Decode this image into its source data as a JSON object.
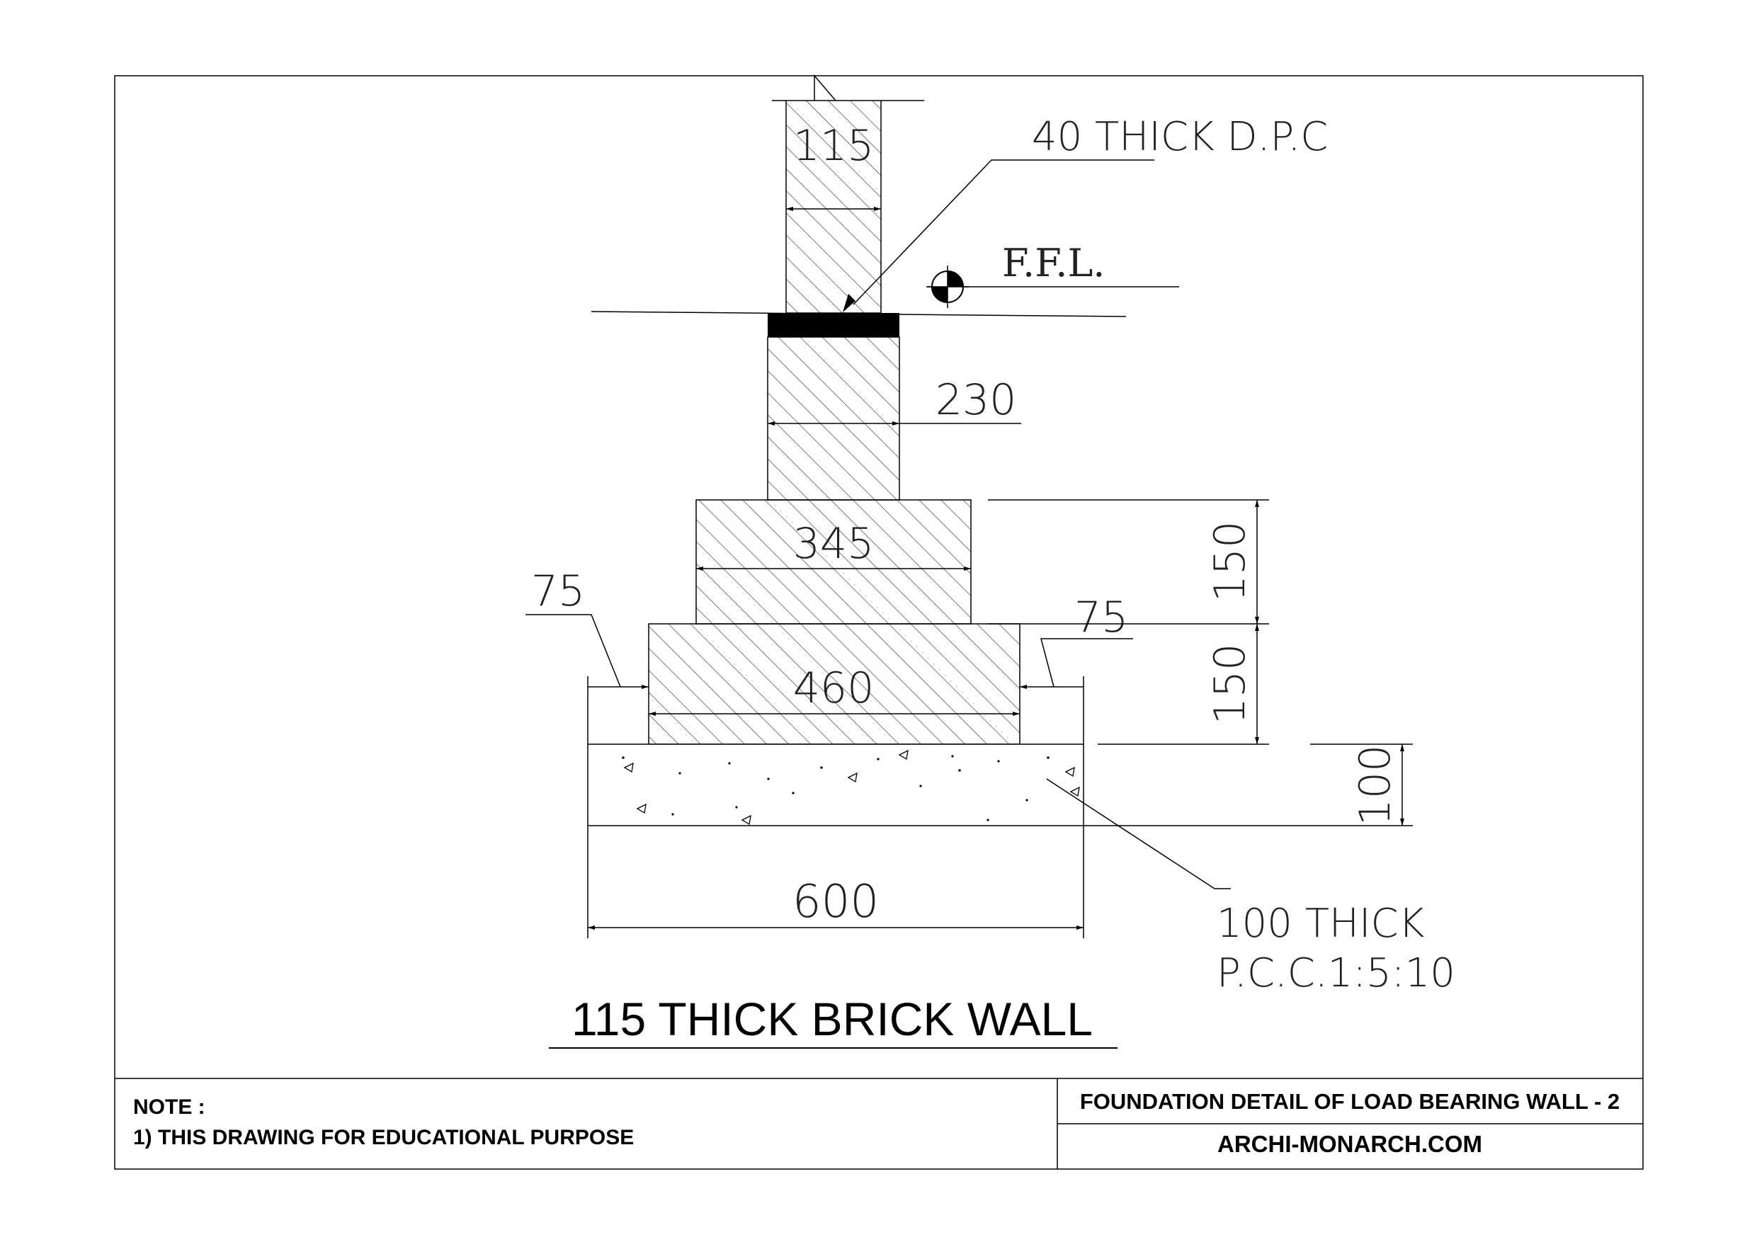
{
  "drawing": {
    "title": "115 THICK BRICK WALL",
    "labels": {
      "dpc": "40  THICK  D.P.C",
      "ffl": "F.F.L.",
      "pcc_line1": "100  THICK",
      "pcc_line2": "P.C.C.1:5:10"
    },
    "dimensions": {
      "wall_width": "115",
      "plinth_width": "230",
      "footing_step1_width": "345",
      "footing_step2_width": "460",
      "pcc_width": "600",
      "offset_left": "75",
      "offset_right": "75",
      "step1_height": "150",
      "step2_height": "150",
      "pcc_height": "100"
    }
  },
  "title_block": {
    "note_heading": "NOTE :",
    "note_line": "1) THIS DRAWING FOR EDUCATIONAL PURPOSE",
    "sheet_title": "FOUNDATION DETAIL OF LOAD BEARING WALL - 2",
    "website": "ARCHI-MONARCH.COM"
  }
}
